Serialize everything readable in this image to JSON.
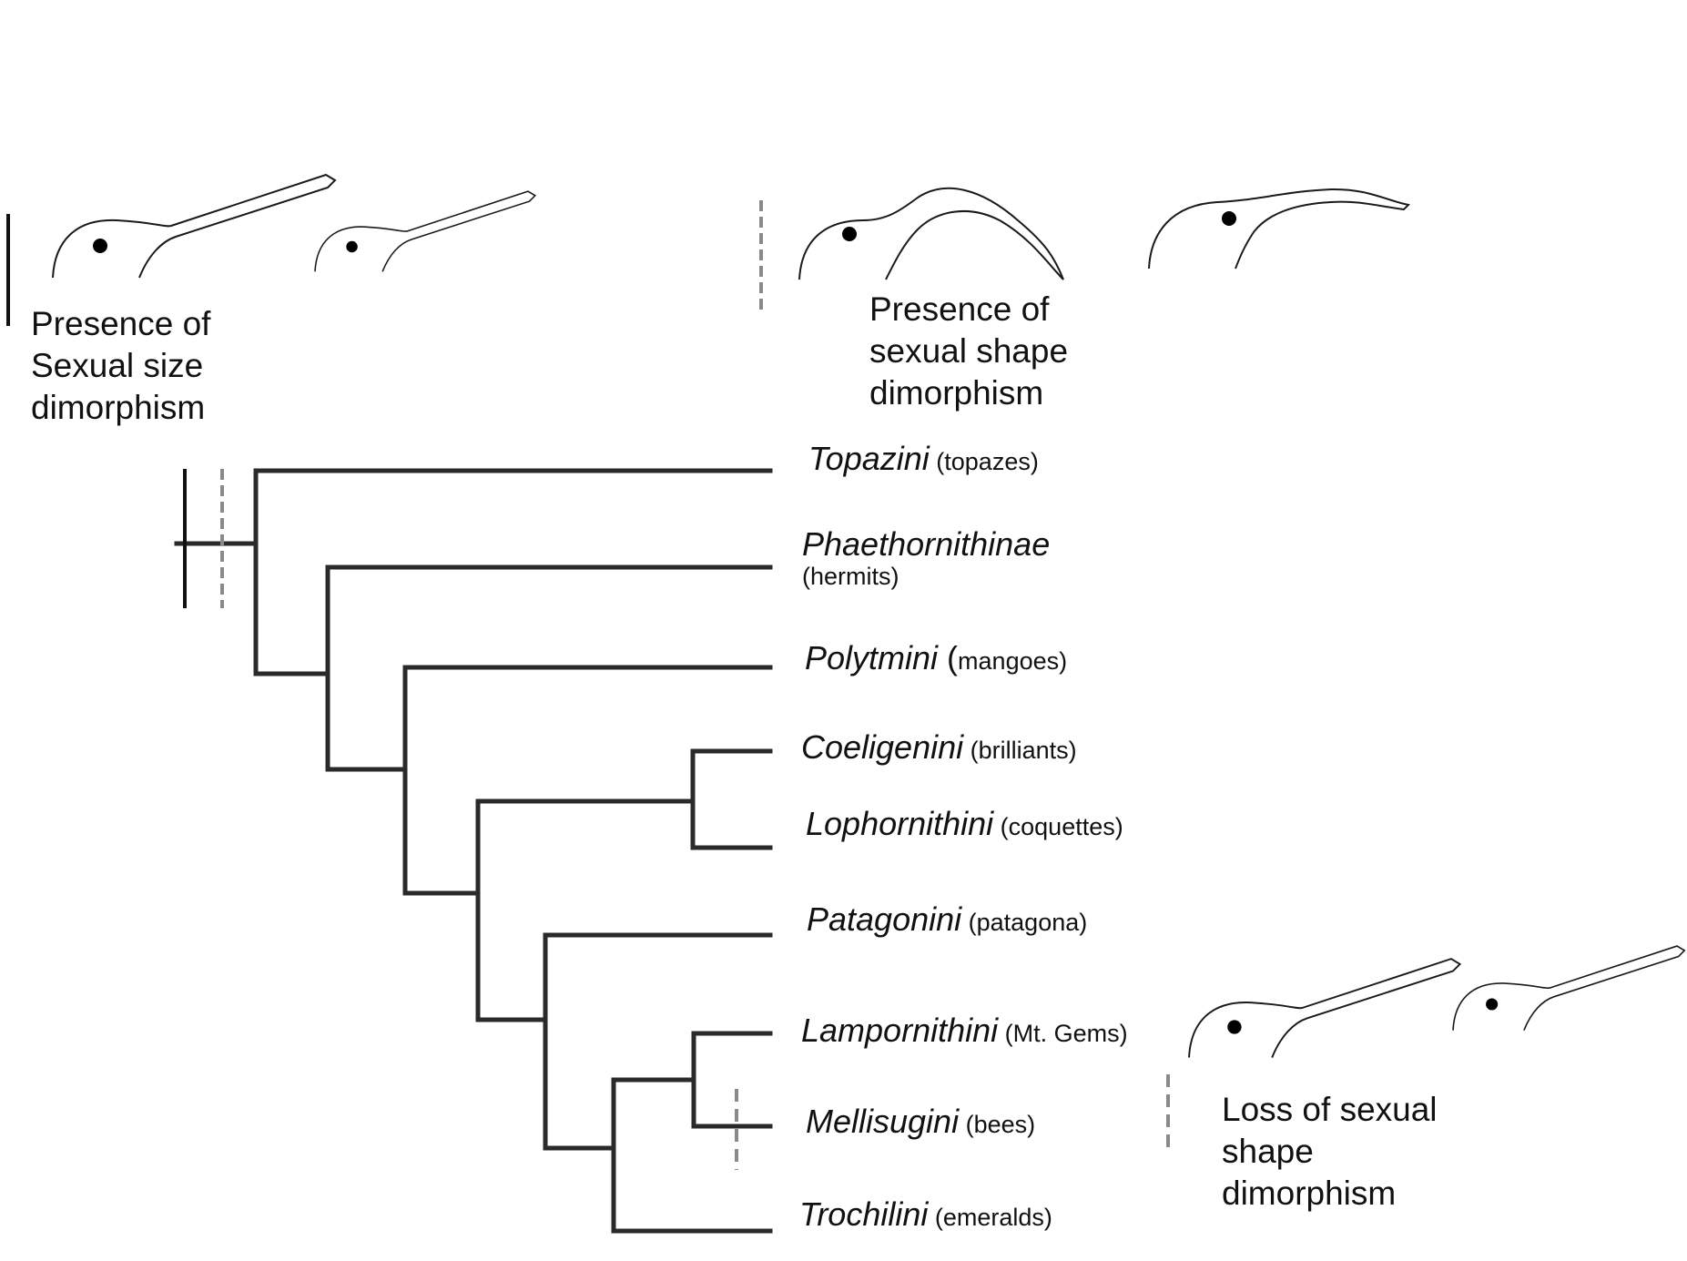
{
  "legend": {
    "size_dimorphism": {
      "lines": [
        "Presence of",
        "Sexual size",
        "dimorphism"
      ],
      "marker_style": "solid",
      "icon": "hummingbird-heads-straight-bills"
    },
    "shape_dimorphism": {
      "lines": [
        "Presence of",
        "sexual shape",
        "dimorphism"
      ],
      "marker_style": "dashed",
      "icon": "hummingbird-heads-curved-bills"
    },
    "loss_shape": {
      "lines": [
        "Loss of sexual",
        "shape",
        "dimorphism"
      ],
      "marker_style": "dashed",
      "icon": "hummingbird-heads-straight-bills"
    }
  },
  "tree": {
    "taxa": [
      {
        "sci": "Topazini",
        "common": " (topazes)"
      },
      {
        "sci": "Phaethornithinae",
        "common": "(hermits)"
      },
      {
        "sci": "Polytmini",
        "paren": " (",
        "common": "mangoes)"
      },
      {
        "sci": "Coeligenini",
        "common": " (brilliants)"
      },
      {
        "sci": "Lophornithini",
        "common": " (coquettes)"
      },
      {
        "sci": "Patagonini",
        "common": " (patagona)"
      },
      {
        "sci": "Lampornithini",
        "common": " (Mt. Gems)"
      },
      {
        "sci": "Mellisugini",
        "common": " (bees)"
      },
      {
        "sci": "Trochilini",
        "common": " (emeralds)"
      }
    ]
  },
  "colors": {
    "branch": "#2a2a2a",
    "solid_marker": "#111111",
    "dashed_marker": "#8a8a8a",
    "outline": "#1a1a1a"
  }
}
